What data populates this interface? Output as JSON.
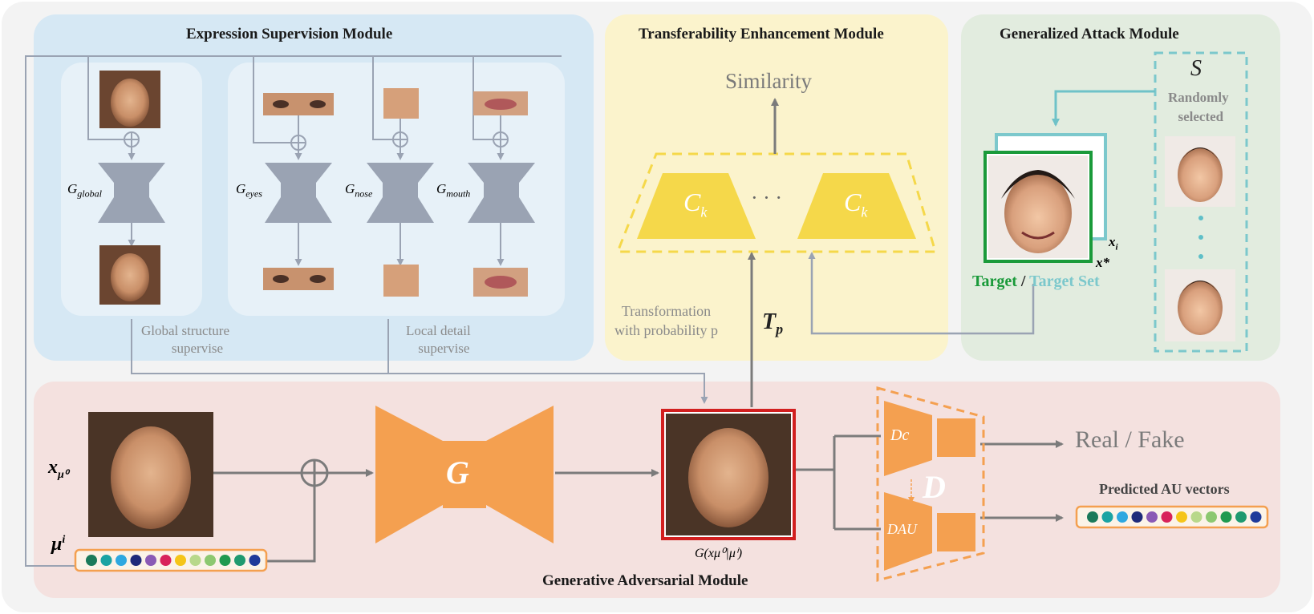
{
  "modules": {
    "expression": {
      "title": "Expression Supervision Module",
      "generators": [
        "G",
        "global",
        "G",
        "eyes",
        "G",
        "nose",
        "G",
        "mouth"
      ],
      "global_label": [
        "Global structure",
        "supervise"
      ],
      "local_label": [
        "Local detail",
        "supervise"
      ]
    },
    "transferability": {
      "title": "Transferability Enhancement Module",
      "similarity": "Similarity",
      "classifier": "C",
      "classifier_sub": "k",
      "ellipsis": "· · ·",
      "transform_label": [
        "Transformation",
        "with probability p"
      ],
      "tp": "T",
      "tp_sub": "p"
    },
    "attack": {
      "title": "Generalized Attack Module",
      "set_symbol": "S",
      "random_label": [
        "Randomly",
        "selected"
      ],
      "target": "Target",
      "slash": "/",
      "target_set": "Target Set",
      "xi_star": "x",
      "xi_sub": "i",
      "x_star": "x*",
      "ellipsis": "⋮"
    },
    "gan": {
      "title": "Generative Adversarial Module",
      "generator": "G",
      "input_x": "x",
      "input_x_sub": "μ⁰",
      "input_mu": "μ",
      "input_mu_sup": "i",
      "output_label": "G(xμ⁰|μⁱ)",
      "disc_big": "D",
      "disc_c": "Dc",
      "disc_au": "DAU",
      "real_fake": "Real / Fake",
      "predicted": "Predicted AU vectors"
    }
  },
  "au_colors": [
    "#1a7a5a",
    "#1aa3a3",
    "#2ea8e0",
    "#1e2a7a",
    "#8a5ab5",
    "#d8235a",
    "#f5c518",
    "#b8d88a",
    "#8cc870",
    "#1f9a4f",
    "#1f9a6f",
    "#1e3a9a"
  ],
  "colors": {
    "expression_bg": "#d6e8f4",
    "transfer_bg": "#fbf3cc",
    "attack_bg": "#e2ecdf",
    "gan_bg": "#f4e1df",
    "orange": "#f4a050",
    "yellow": "#f5d84a",
    "gray_arrow": "#9aa3b3",
    "target_green": "#1a9a3a",
    "target_set_cyan": "#7cc8cc",
    "output_red": "#d21f1f"
  }
}
